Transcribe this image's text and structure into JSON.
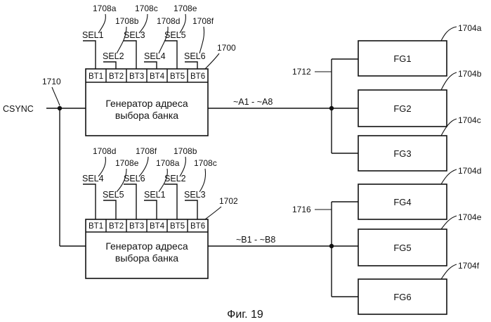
{
  "csync_label": "CSYNC",
  "node_1710": "1710",
  "gen_top": {
    "ref": "1700",
    "line1": "Генератор адреса",
    "line2": "выбора банка",
    "pins": [
      "BT1",
      "BT2",
      "BT3",
      "BT4",
      "BT5",
      "BT6"
    ],
    "sels": [
      "SEL1",
      "SEL2",
      "SEL3",
      "SEL4",
      "SEL5",
      "SEL6"
    ],
    "sel_refs": [
      "1708a",
      "1708b",
      "1708c",
      "1708d",
      "1708e",
      "1708f"
    ],
    "output": "~A1 - ~A8"
  },
  "gen_bottom": {
    "ref": "1702",
    "line1": "Генератор адреса",
    "line2": "выбора банка",
    "pins": [
      "BT1",
      "BT2",
      "BT3",
      "BT4",
      "BT5",
      "BT6"
    ],
    "sels": [
      "SEL4",
      "SEL5",
      "SEL6",
      "SEL1",
      "SEL2",
      "SEL3"
    ],
    "sel_refs": [
      "1708d",
      "1708e",
      "1708f",
      "1708a",
      "1708b",
      "1708c"
    ],
    "output": "~B1 - ~B8"
  },
  "bus_top_ref": "1712",
  "bus_bottom_ref": "1716",
  "fg_boxes": [
    {
      "label": "FG1",
      "ref": "1704a"
    },
    {
      "label": "FG2",
      "ref": "1704b"
    },
    {
      "label": "FG3",
      "ref": "1704c"
    },
    {
      "label": "FG4",
      "ref": "1704d"
    },
    {
      "label": "FG5",
      "ref": "1704e"
    },
    {
      "label": "FG6",
      "ref": "1704f"
    }
  ],
  "caption": "Фиг. 19"
}
